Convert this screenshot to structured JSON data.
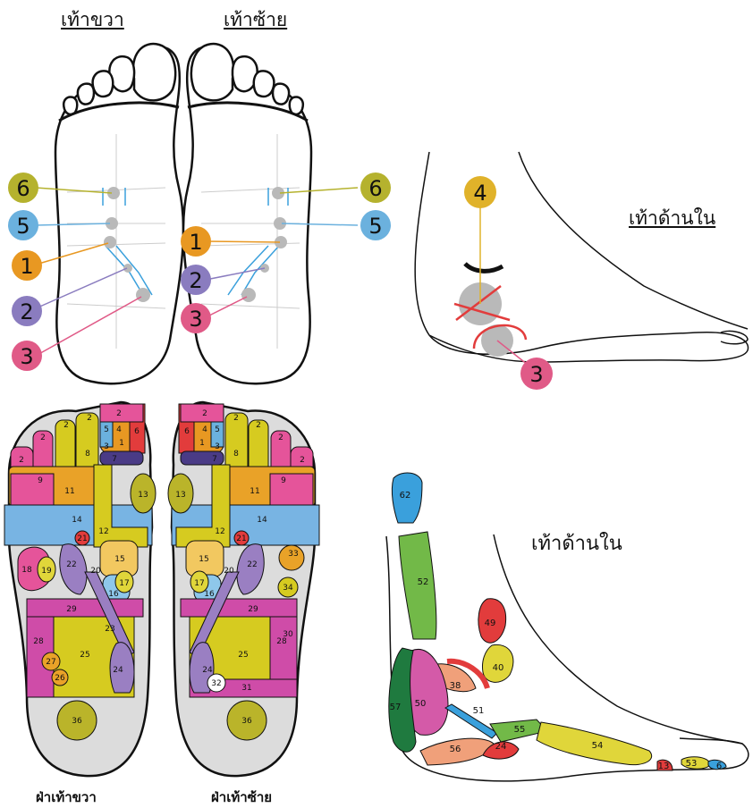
{
  "titles": {
    "right_foot_top": "เท้าขวา",
    "left_foot_top": "เท้าซ้าย",
    "inner_foot_top": "เท้าด้านใน",
    "inner_foot_bottom": "เท้าด้านใน",
    "right_sole": "ฝ่าเท้าขวา",
    "left_sole": "ฝ่าเท้าซ้าย"
  },
  "points_right": [
    "6",
    "5",
    "1",
    "2",
    "3"
  ],
  "points_left": [
    "1",
    "2",
    "3",
    "6",
    "5"
  ],
  "point_inner": [
    "4",
    "3"
  ],
  "colors": {
    "p6": "#b5b22e",
    "p5": "#6bb1de",
    "p1": "#e89822",
    "p2": "#8a7cbf",
    "p3": "#e05a87",
    "p4": "#e0b22a",
    "pink": "#e5549a",
    "yellow": "#d6cb20",
    "orange": "#e9a228",
    "blue": "#78b4e3",
    "purple": "#9a7fc2",
    "olive": "#bab42a",
    "grey": "#dcdcdc",
    "red": "#e23c3c",
    "green": "#72b948",
    "darkgreen": "#1f7a3f",
    "salmon": "#f0a07a",
    "lightblue": "#8ec7ea",
    "magenta": "#d45aa8",
    "paleorange": "#f2c860"
  },
  "zones_right": [
    "2",
    "2",
    "2",
    "2",
    "2",
    "4",
    "5",
    "6",
    "1",
    "3",
    "7",
    "8",
    "9",
    "11",
    "13",
    "14",
    "12",
    "21",
    "15",
    "18",
    "19",
    "22",
    "20",
    "17",
    "16",
    "29",
    "23",
    "28",
    "25",
    "27",
    "26",
    "24",
    "36"
  ],
  "zones_left": [
    "2",
    "2",
    "2",
    "2",
    "2",
    "4",
    "5",
    "6",
    "1",
    "3",
    "7",
    "8",
    "9",
    "11",
    "13",
    "14",
    "12",
    "21",
    "15",
    "33",
    "34",
    "22",
    "20",
    "17",
    "16",
    "29",
    "30",
    "28",
    "25",
    "24",
    "32",
    "31",
    "36"
  ],
  "zones_inner": [
    "62",
    "52",
    "49",
    "40",
    "38",
    "50",
    "57",
    "51",
    "55",
    "56",
    "24",
    "54",
    "13",
    "53",
    "6"
  ]
}
